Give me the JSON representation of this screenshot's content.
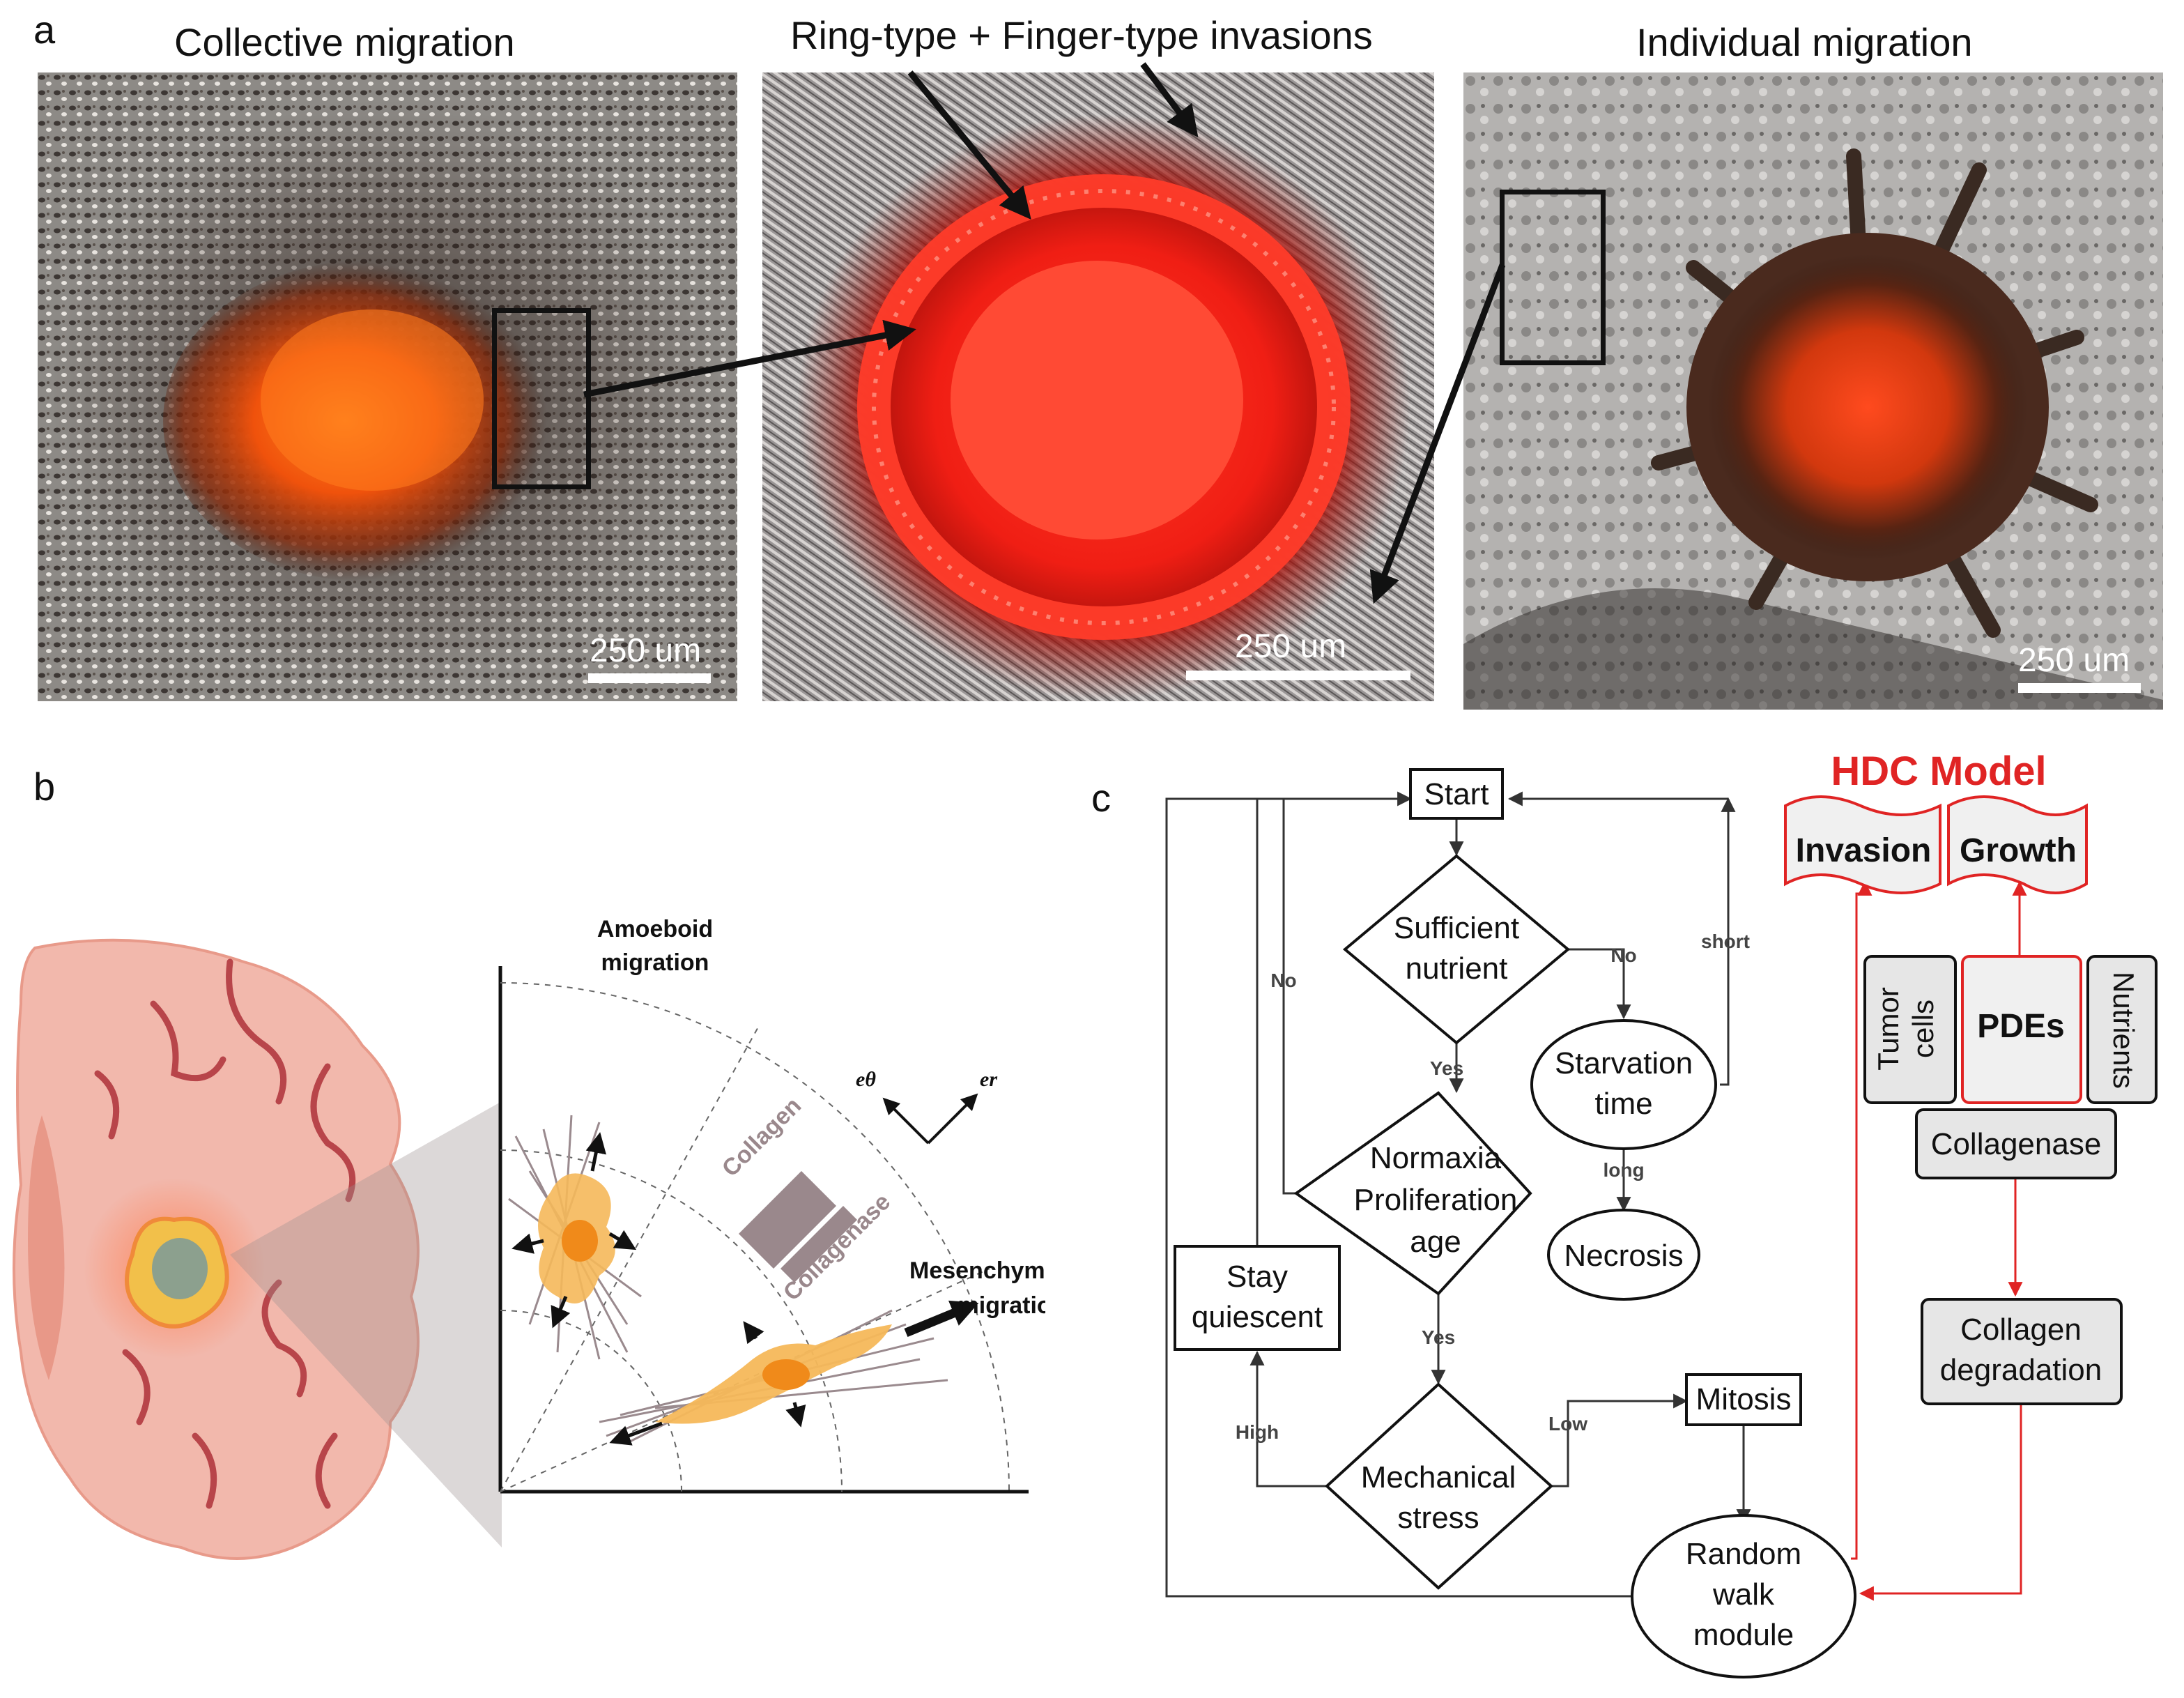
{
  "panel_a": {
    "letter": "a",
    "titles": [
      "Collective migration",
      "Ring-type + Finger-type invasions",
      "Individual migration"
    ],
    "scale_bar": "250 um"
  },
  "panel_b": {
    "letter": "b",
    "amoeboid": [
      "Amoeboid",
      "migration"
    ],
    "mesenchymal": [
      "Mesenchymal",
      "migration"
    ],
    "collagen": "Collagen",
    "collagenase": "Collagenase",
    "axis_e_theta": "eθ",
    "axis_e_r": "er"
  },
  "panel_c": {
    "letter": "c",
    "start": "Start",
    "sufficient_nutrient": [
      "Sufficient",
      "nutrient"
    ],
    "starvation_time": [
      "Starvation",
      "time"
    ],
    "normaxia": [
      "Normaxia",
      "Proliferation",
      "age"
    ],
    "necrosis": "Necrosis",
    "stay_quiescent": [
      "Stay",
      "quiescent"
    ],
    "mechanical_stress": [
      "Mechanical",
      "stress"
    ],
    "mitosis": "Mitosis",
    "random_walk": [
      "Random",
      "walk",
      "module"
    ],
    "edge_labels": {
      "no1": "No",
      "no2": "No",
      "yes1": "Yes",
      "yes2": "Yes",
      "short": "short",
      "long": "long",
      "high": "High",
      "low": "Low"
    },
    "hdc_title": "HDC Model",
    "invasion": "Invasion",
    "growth": "Growth",
    "tumor_cells": [
      "Tumor",
      "cells"
    ],
    "pdes": "PDEs",
    "nutrients": "Nutrients",
    "collagenase": "Collagenase",
    "collagen_degradation": [
      "Collagen",
      "degradation"
    ],
    "colors": {
      "red": "#e02424",
      "box_fill": "#e6e6e6",
      "wave_fill": "#f0f0f0"
    }
  }
}
